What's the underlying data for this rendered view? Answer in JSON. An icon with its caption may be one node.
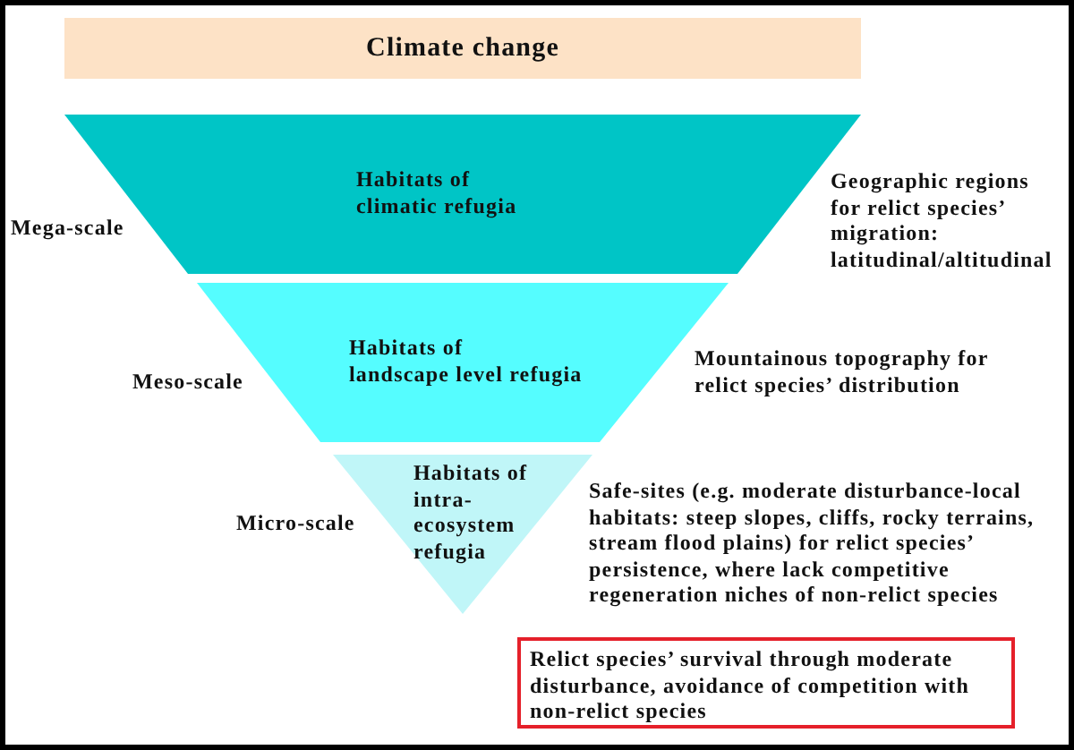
{
  "diagram": {
    "nodes": [
      {
        "text": [
          "Climate change"
        ]
      },
      {
        "text": [
          "Habitats of climatic refugia"
        ],
        "beside": [
          "Mega-scale",
          "Geographic regions for relict species’ migration: latitudinal/altitudinal"
        ]
      },
      {
        "text": [
          "Habitats of landscape level refugia"
        ],
        "beside": [
          "Meso-scale",
          "Mountainous topography for relict species’ distribution"
        ]
      },
      {
        "text": [
          "Habitats of intra-ecosystem refugia"
        ],
        "beside": [
          "Micro-scale",
          "Safe-sites (e.g. moderate disturbance-local habitats: steep slopes, cliffs, rocky terrains, stream flood plains) for relict species’ persistence, where lack competitive regeneration niches of non-relict species"
        ]
      },
      {
        "text": [
          "Relict species’ survival through moderate disturbance, avoidance of competition with non-relict species"
        ]
      }
    ]
  }
}
